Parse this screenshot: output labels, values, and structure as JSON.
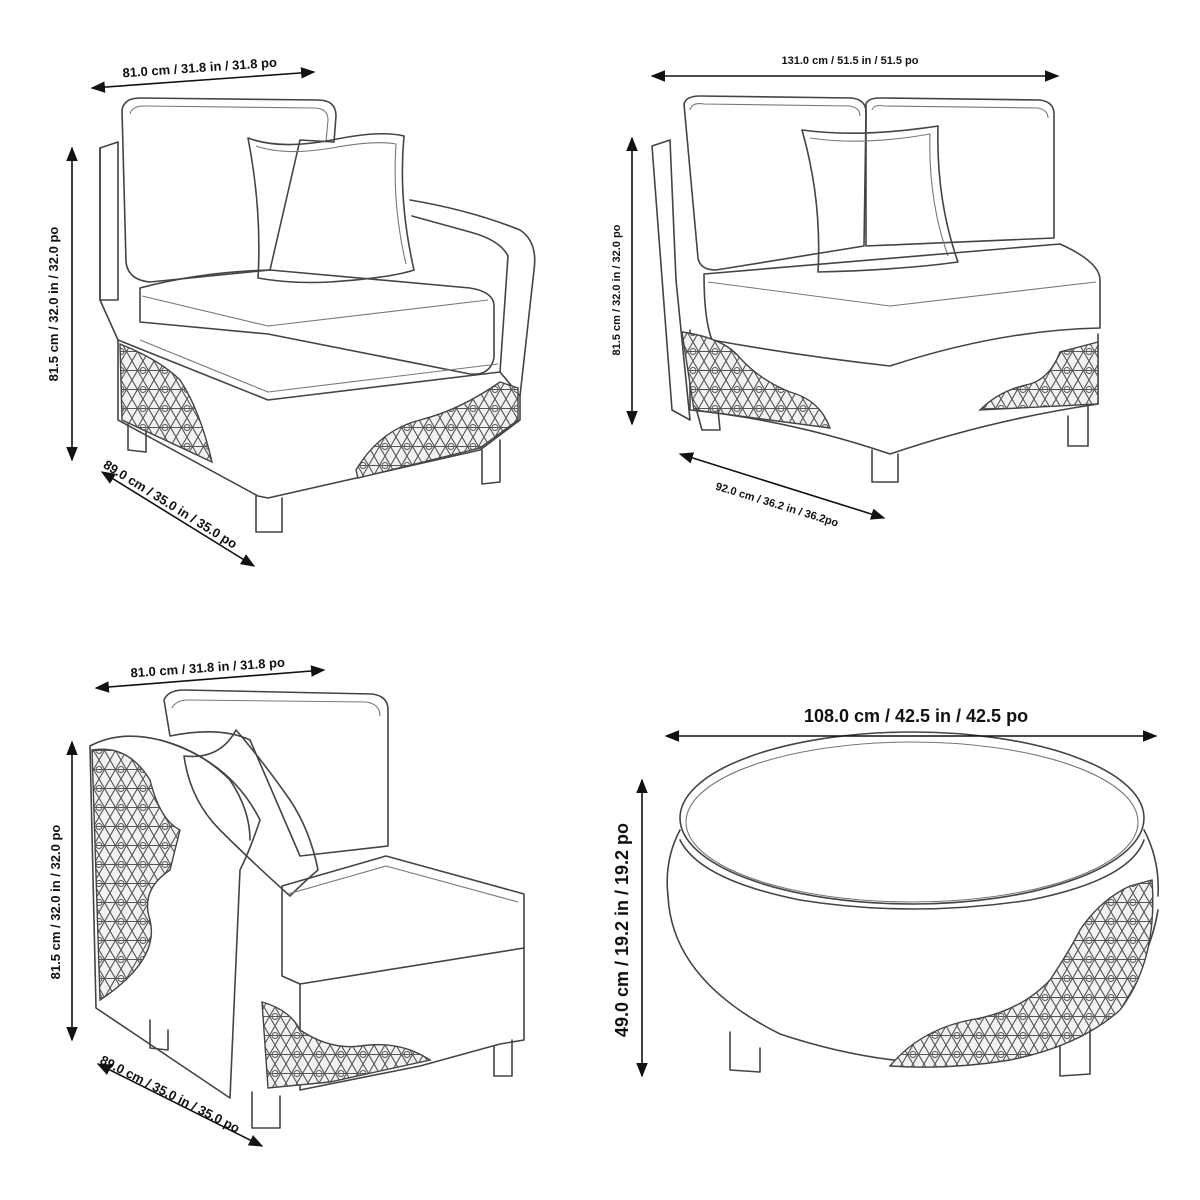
{
  "products": [
    {
      "name": "left-arm-chair",
      "width_label": "81.0 cm / 31.8 in / 31.8 po",
      "height_label": "81.5 cm / 32.0 in / 32.0 po",
      "depth_label": "89.0 cm / 35.0 in / 35.0 po"
    },
    {
      "name": "curved-armless-loveseat",
      "width_label": "131.0 cm / 51.5 in / 51.5 po",
      "height_label": "81.5 cm / 32.0 in / 32.0 po",
      "depth_label": "92.0 cm / 36.2 in / 36.2po"
    },
    {
      "name": "right-arm-chair",
      "width_label": "81.0 cm / 31.8 in / 31.8 po",
      "height_label": "81.5 cm / 32.0 in / 32.0 po",
      "depth_label": "89.0 cm / 35.0 in / 35.0 po"
    },
    {
      "name": "round-ottoman",
      "width_label": "108.0 cm / 42.5 in / 42.5 po",
      "height_label": "49.0 cm / 19.2 in / 19.2 po"
    }
  ]
}
